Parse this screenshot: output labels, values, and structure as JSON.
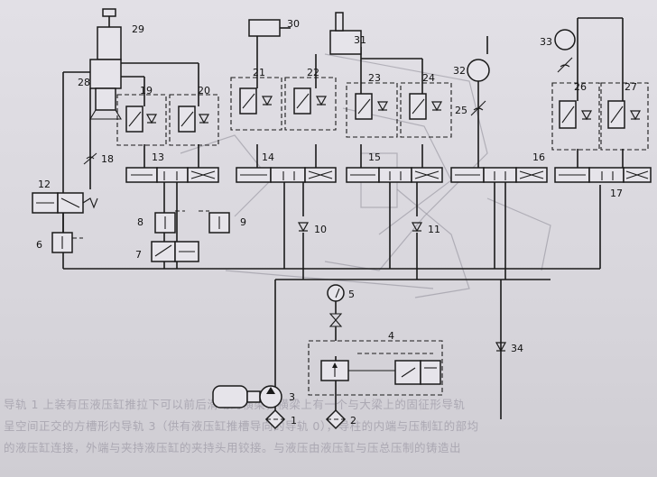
{
  "figure": {
    "caption": "",
    "labels": [
      "1",
      "2",
      "3",
      "4",
      "5",
      "6",
      "7",
      "8",
      "9",
      "10",
      "11",
      "12",
      "13",
      "14",
      "15",
      "16",
      "17",
      "18",
      "19",
      "20",
      "21",
      "22",
      "23",
      "24",
      "25",
      "26",
      "27",
      "28",
      "29",
      "30",
      "31",
      "32",
      "33",
      "34"
    ]
  },
  "background_text": {
    "line1": "导轨 1 上装有压液压缸推拉下可以前后滑动的横梁，横梁上有一个与大梁上的固征形导轨",
    "line2": "呈空间正交的方槽形内导轨 3（供有液压缸推槽导向的导轨 0），导柱的内端与压制缸的部均",
    "line3": "的液压缸连接，外端与夹持液压缸的夹持头用铰接。与液压由液压缸与压总压制的铸造出"
  }
}
